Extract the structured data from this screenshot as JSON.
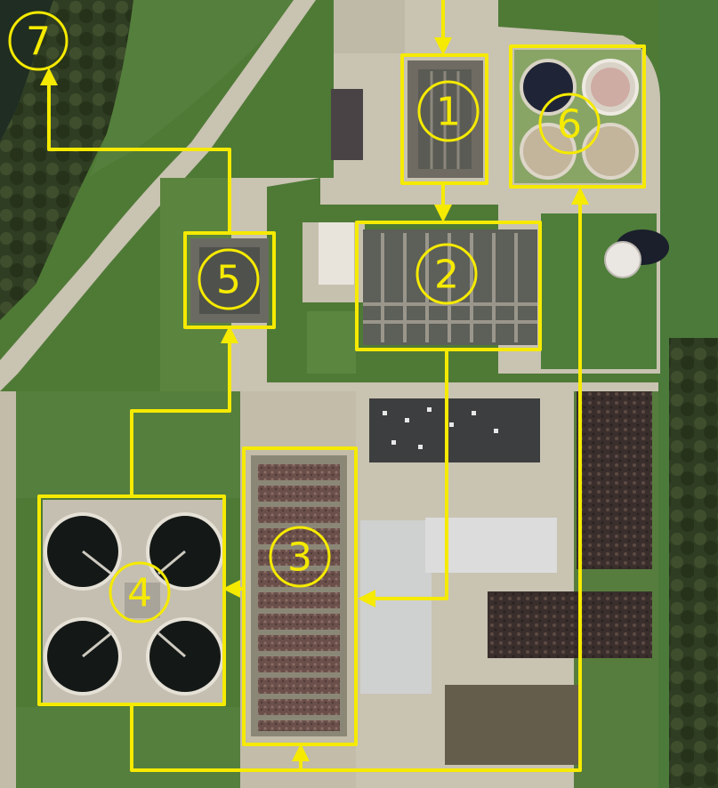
{
  "image": {
    "kind": "aerial photograph of a wastewater treatment plant with annotated process flow",
    "colors": {
      "annotation": "#f5ea00",
      "grass": "#4f7a36",
      "pavement": "#c9c3b2",
      "water": "#1f2d22"
    }
  },
  "stages": [
    {
      "label": "1"
    },
    {
      "label": "2"
    },
    {
      "label": "3"
    },
    {
      "label": "4"
    },
    {
      "label": "5"
    },
    {
      "label": "6"
    },
    {
      "label": "7"
    }
  ]
}
